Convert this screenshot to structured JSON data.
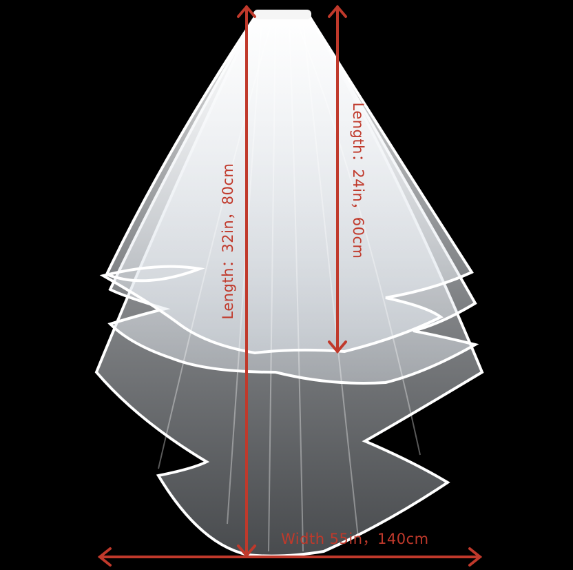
{
  "colors": {
    "background": "#000000",
    "measure": "#c0392b",
    "veil_edge": "#ffffff"
  },
  "icons": {
    "arrow_head": "arrow-head-icon"
  },
  "measurements": {
    "overall_length": "Length：32in，80cm",
    "inner_length": "Length：24in，60cm",
    "width": "Width 55in，140cm"
  }
}
